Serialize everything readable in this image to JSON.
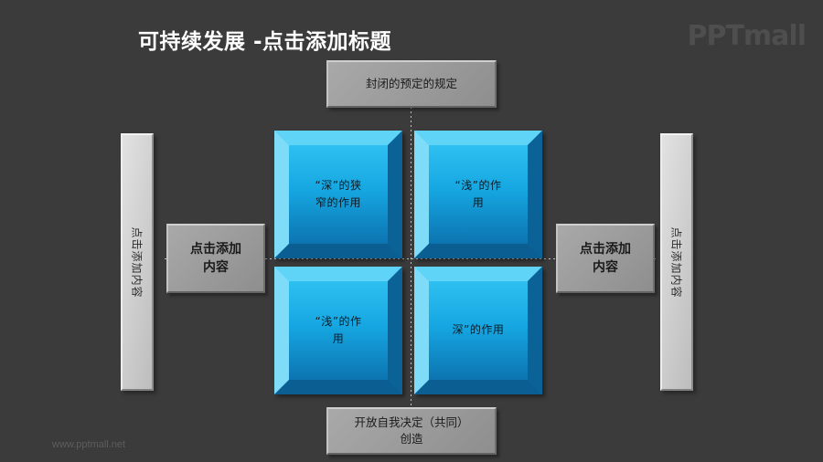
{
  "slide": {
    "title": "可持续发展 -点击添加标题",
    "brand_logo": "PPTmall",
    "watermark": "www.pptmall.net",
    "background_color": "#3b3b3b",
    "accent_color": "#16a7e2"
  },
  "plates": {
    "top": "封闭的预定的规定",
    "bottom_line1": "开放自我决定（共同）",
    "bottom_line2": "创造",
    "left_middle_line1": "点击添加",
    "left_middle_line2": "内容",
    "right_middle_line1": "点击添加",
    "right_middle_line2": "内容"
  },
  "bars": {
    "left_label": "点击添加内容",
    "right_label": "点击添加内容"
  },
  "quadrants": {
    "top_left_line1": "“深”的狭",
    "top_left_line2": "窄的作用",
    "top_right_line1": "“浅”的作",
    "top_right_line2": "用",
    "bottom_left_line1": "“浅”的作",
    "bottom_left_line2": "用",
    "bottom_right_line1": "深”的作用",
    "bottom_right_line2": ""
  }
}
